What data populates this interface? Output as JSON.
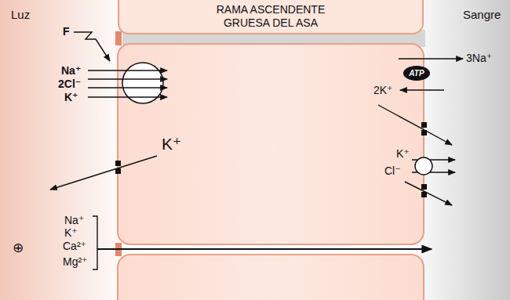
{
  "diagram": {
    "nodes": [
      {
        "text": [
          "RAMA ASCENDENTE GRUESA DEL ASA"
        ]
      },
      {
        "text": [
          "ATP"
        ]
      }
    ],
    "labels": [
      "Luz",
      "Sangre",
      "F",
      "Na⁺",
      "2Cl⁻",
      "K⁺",
      "K⁺",
      "3Na⁺",
      "2K⁺",
      "K⁺",
      "Cl⁻",
      "Na⁺",
      "K⁺",
      "Ca²⁺",
      "Mg²⁺",
      "⊕"
    ]
  }
}
